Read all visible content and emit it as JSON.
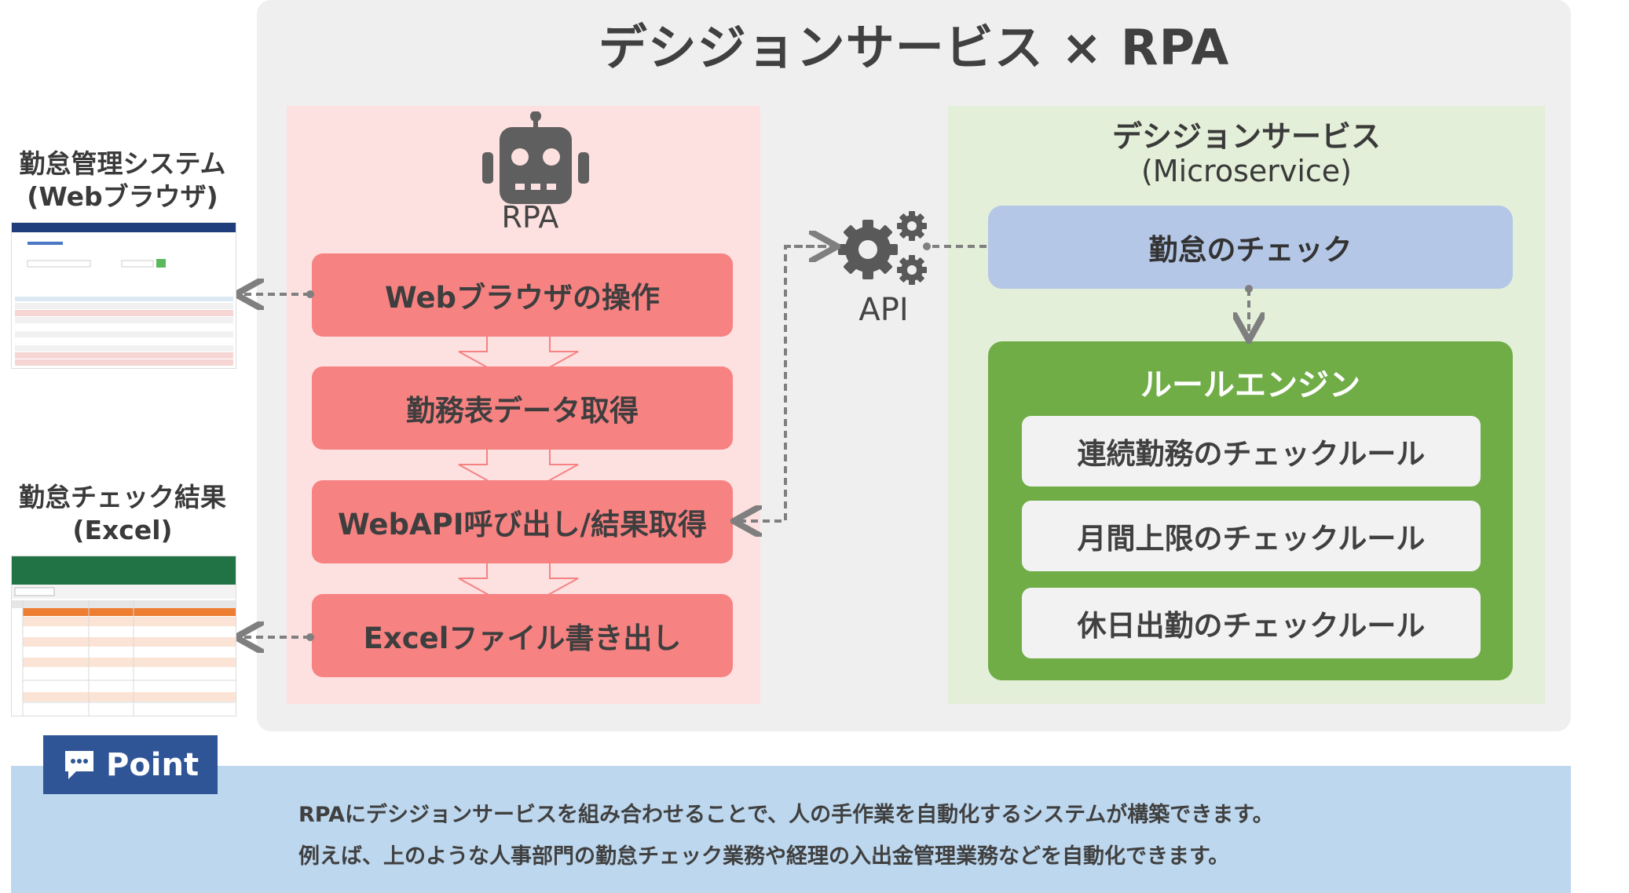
{
  "title": "デシジョンサービス × RPA",
  "rpa": {
    "label": "RPA",
    "icon": "robot-icon",
    "steps": [
      "Webブラウザの操作",
      "勤務表データ取得",
      "WebAPI呼び出し/結果取得",
      "Excelファイル書き出し"
    ]
  },
  "api": {
    "label": "API",
    "icon": "gears-icon"
  },
  "decision_service": {
    "title": "デシジョンサービス",
    "subtitle": "(Microservice)",
    "check": "勤怠のチェック",
    "engine_title": "ルールエンジン",
    "rules": [
      "連続勤務のチェックルール",
      "月間上限のチェックルール",
      "休日出勤のチェックルール"
    ]
  },
  "side": {
    "browser_title": [
      "勤怠管理システム",
      "(Webブラウザ)"
    ],
    "excel_title": [
      "勤怠チェック結果",
      "(Excel)"
    ]
  },
  "point": {
    "label": "Point",
    "lines": [
      "RPAにデシジョンサービスを組み合わせることで、人の手作業を自動化するシステムが構築できます。",
      "例えば、上のような人事部門の勤怠チェック業務や経理の入出金管理業務などを自動化できます。"
    ]
  },
  "colors": {
    "rpa_bg": "#fde0e0",
    "rpa_step": "#f78282",
    "ds_bg": "#e3efd8",
    "check": "#b4c7e7",
    "engine": "#70ad47",
    "point_bg": "#bdd7ee",
    "point_badge": "#2f5597"
  }
}
